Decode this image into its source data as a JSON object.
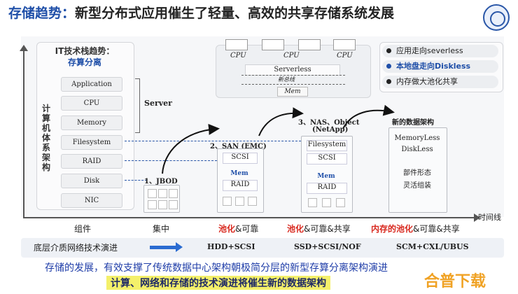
{
  "header": {
    "title_highlight": "存储趋势：",
    "title_rest": "新型分布式应用催生了轻量、高效的共享存储系统发展"
  },
  "it_stack": {
    "title": "IT技术栈趋势：",
    "subtitle": "存算分离",
    "vertical_label": "计算机体系架构",
    "layers": [
      "Application",
      "CPU",
      "Memory",
      "Filesystem",
      "RAID",
      "Disk",
      "NIC"
    ],
    "server_label": "Server"
  },
  "serverless": {
    "cpus": [
      "CPU",
      "CPU",
      "CPU"
    ],
    "serverless_label": "Serverless",
    "bus_label": "新总线",
    "mem_label": "Mem"
  },
  "trends": [
    {
      "text": "应用走向severless",
      "color": "#222222"
    },
    {
      "text": "本地盘走向Diskless",
      "color": "#1f4fa8"
    },
    {
      "text": "内存做大池化共享",
      "color": "#222222"
    }
  ],
  "architectures": {
    "jbod": "1、JBOD",
    "san_title": "2、SAN (EMC)",
    "san_items": [
      "SCSI",
      "Mem",
      "RAID"
    ],
    "nas_title_1": "3、NAS、Object",
    "nas_title_2": "(NetApp)",
    "nas_items": [
      "Filesystem",
      "SCSI",
      "Mem",
      "RAID"
    ],
    "new_title": "新的数据架构",
    "new_items": [
      "MemoryLess",
      "DiskLess",
      "部件形态",
      "灵活组装"
    ]
  },
  "axis": {
    "time_label": "时间线"
  },
  "categories": {
    "c1": "组件",
    "c2": "集中",
    "c3_red": "池化",
    "c3_rest": "&可靠",
    "c4_red": "池化",
    "c4_rest": "&可靠&共享",
    "c5_red": "内存的池化",
    "c5_rest": "&可靠&共享"
  },
  "bottom": {
    "label": "底层介质网络技术演进",
    "t1": "HDD+SCSI",
    "t2": "SSD+SCSI/NOF",
    "t3": "SCM+CXL/UBUS"
  },
  "footer": {
    "line1": "存储的发展，有效支撑了传统数据中心架构朝极简分层的新型存算分离架构演进",
    "line2": "计算、网络和存储的技术演进将催生新的数据架构",
    "watermark": "合普下载"
  }
}
